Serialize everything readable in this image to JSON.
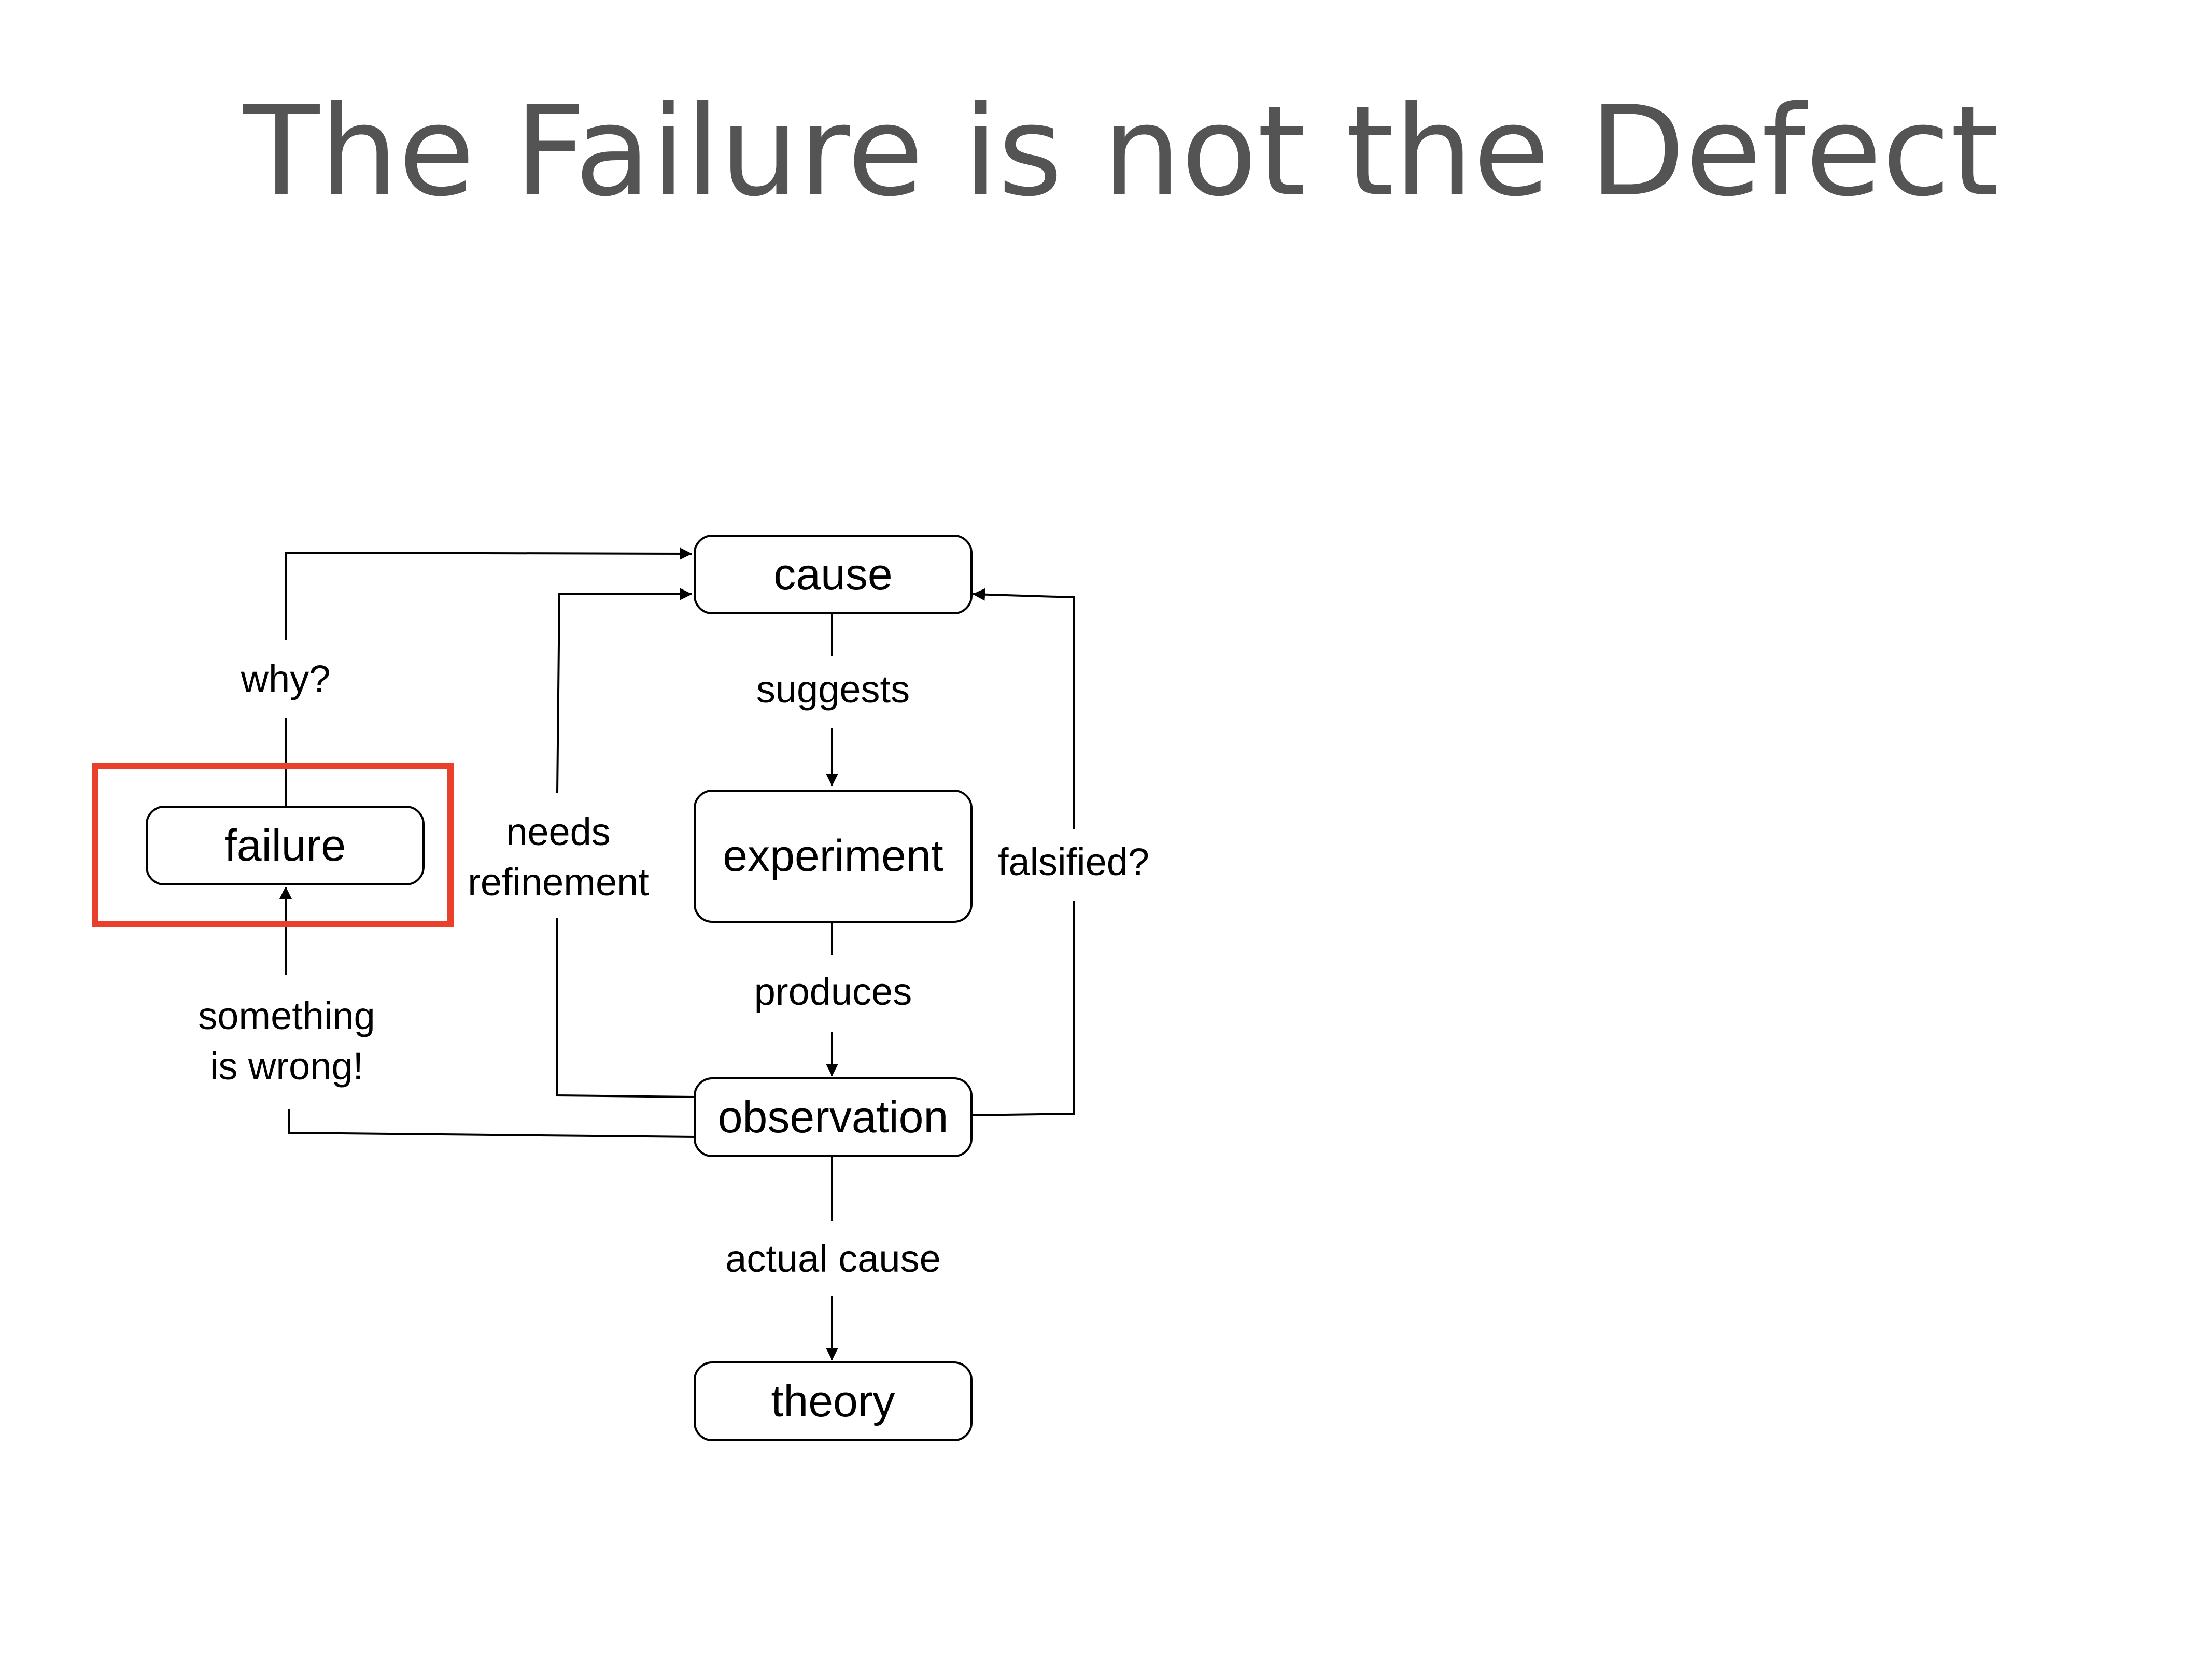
{
  "slide": {
    "title": "The Failure is not the Defect"
  },
  "diagram": {
    "nodes": {
      "cause": "cause",
      "experiment": "experiment",
      "observation": "observation",
      "theory": "theory",
      "failure": "failure"
    },
    "edge_labels": {
      "why": "why?",
      "suggests": "suggests",
      "produces": "produces",
      "actual_cause": "actual cause",
      "falsified": "falsified?",
      "needs": "needs",
      "refinement": "refinement",
      "something": "something",
      "is_wrong": "is wrong!"
    },
    "highlight": {
      "target": "failure",
      "color": "#e8402a"
    }
  },
  "colors": {
    "title": "#545454",
    "stroke": "#000000",
    "highlight": "#e8402a"
  }
}
